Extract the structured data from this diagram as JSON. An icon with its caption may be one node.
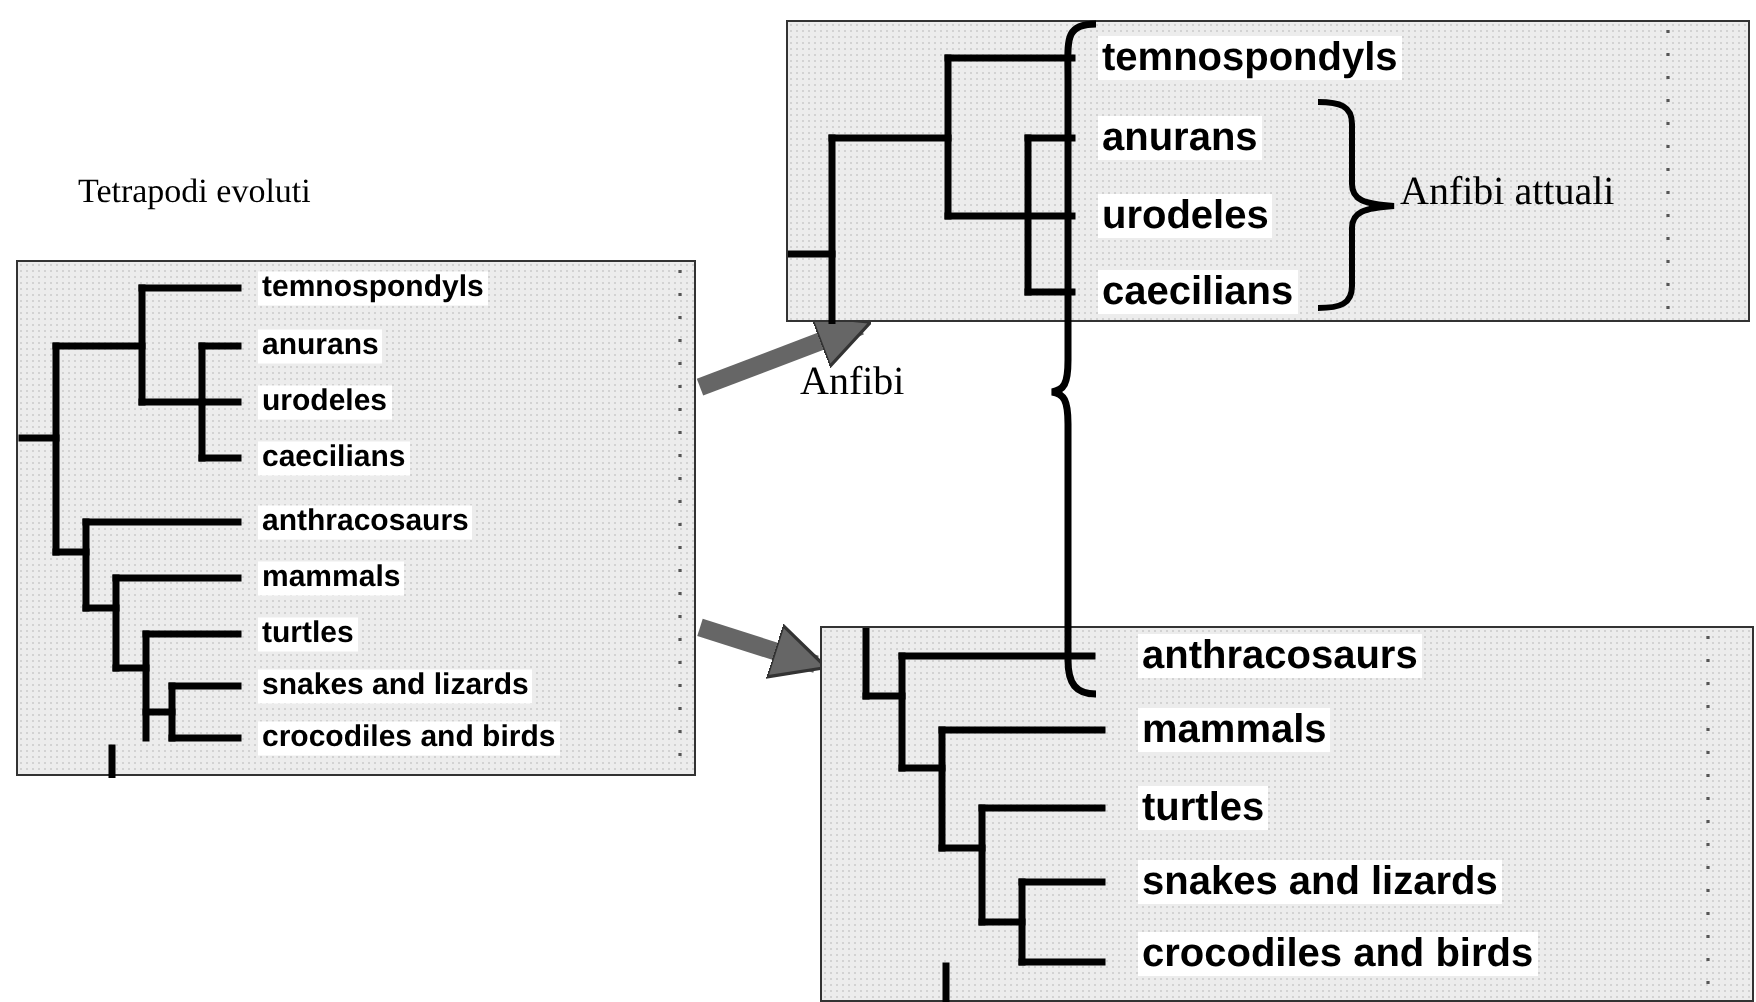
{
  "diagram": {
    "nodes": [
      {
        "text": [
          "Tetrapodi evoluti",
          "temnospondyls",
          "anurans",
          "urodeles",
          "caecilians",
          "anthracosaurs",
          "mammals",
          "turtles",
          "snakes and lizards",
          "crocodiles and birds"
        ]
      },
      {
        "text": [
          "temnospondyls",
          "anurans",
          "urodeles",
          "caecilians"
        ]
      },
      {
        "text": [
          "anthracosaurs",
          "mammals",
          "turtles",
          "snakes and lizards",
          "crocodiles and birds"
        ]
      }
    ],
    "edges": [
      {
        "from": 0,
        "to": 1,
        "arrow": "to"
      },
      {
        "from": 0,
        "to": 2,
        "arrow": "to"
      }
    ],
    "labels": [
      "Anfibi attuali",
      "Anfibi"
    ]
  }
}
